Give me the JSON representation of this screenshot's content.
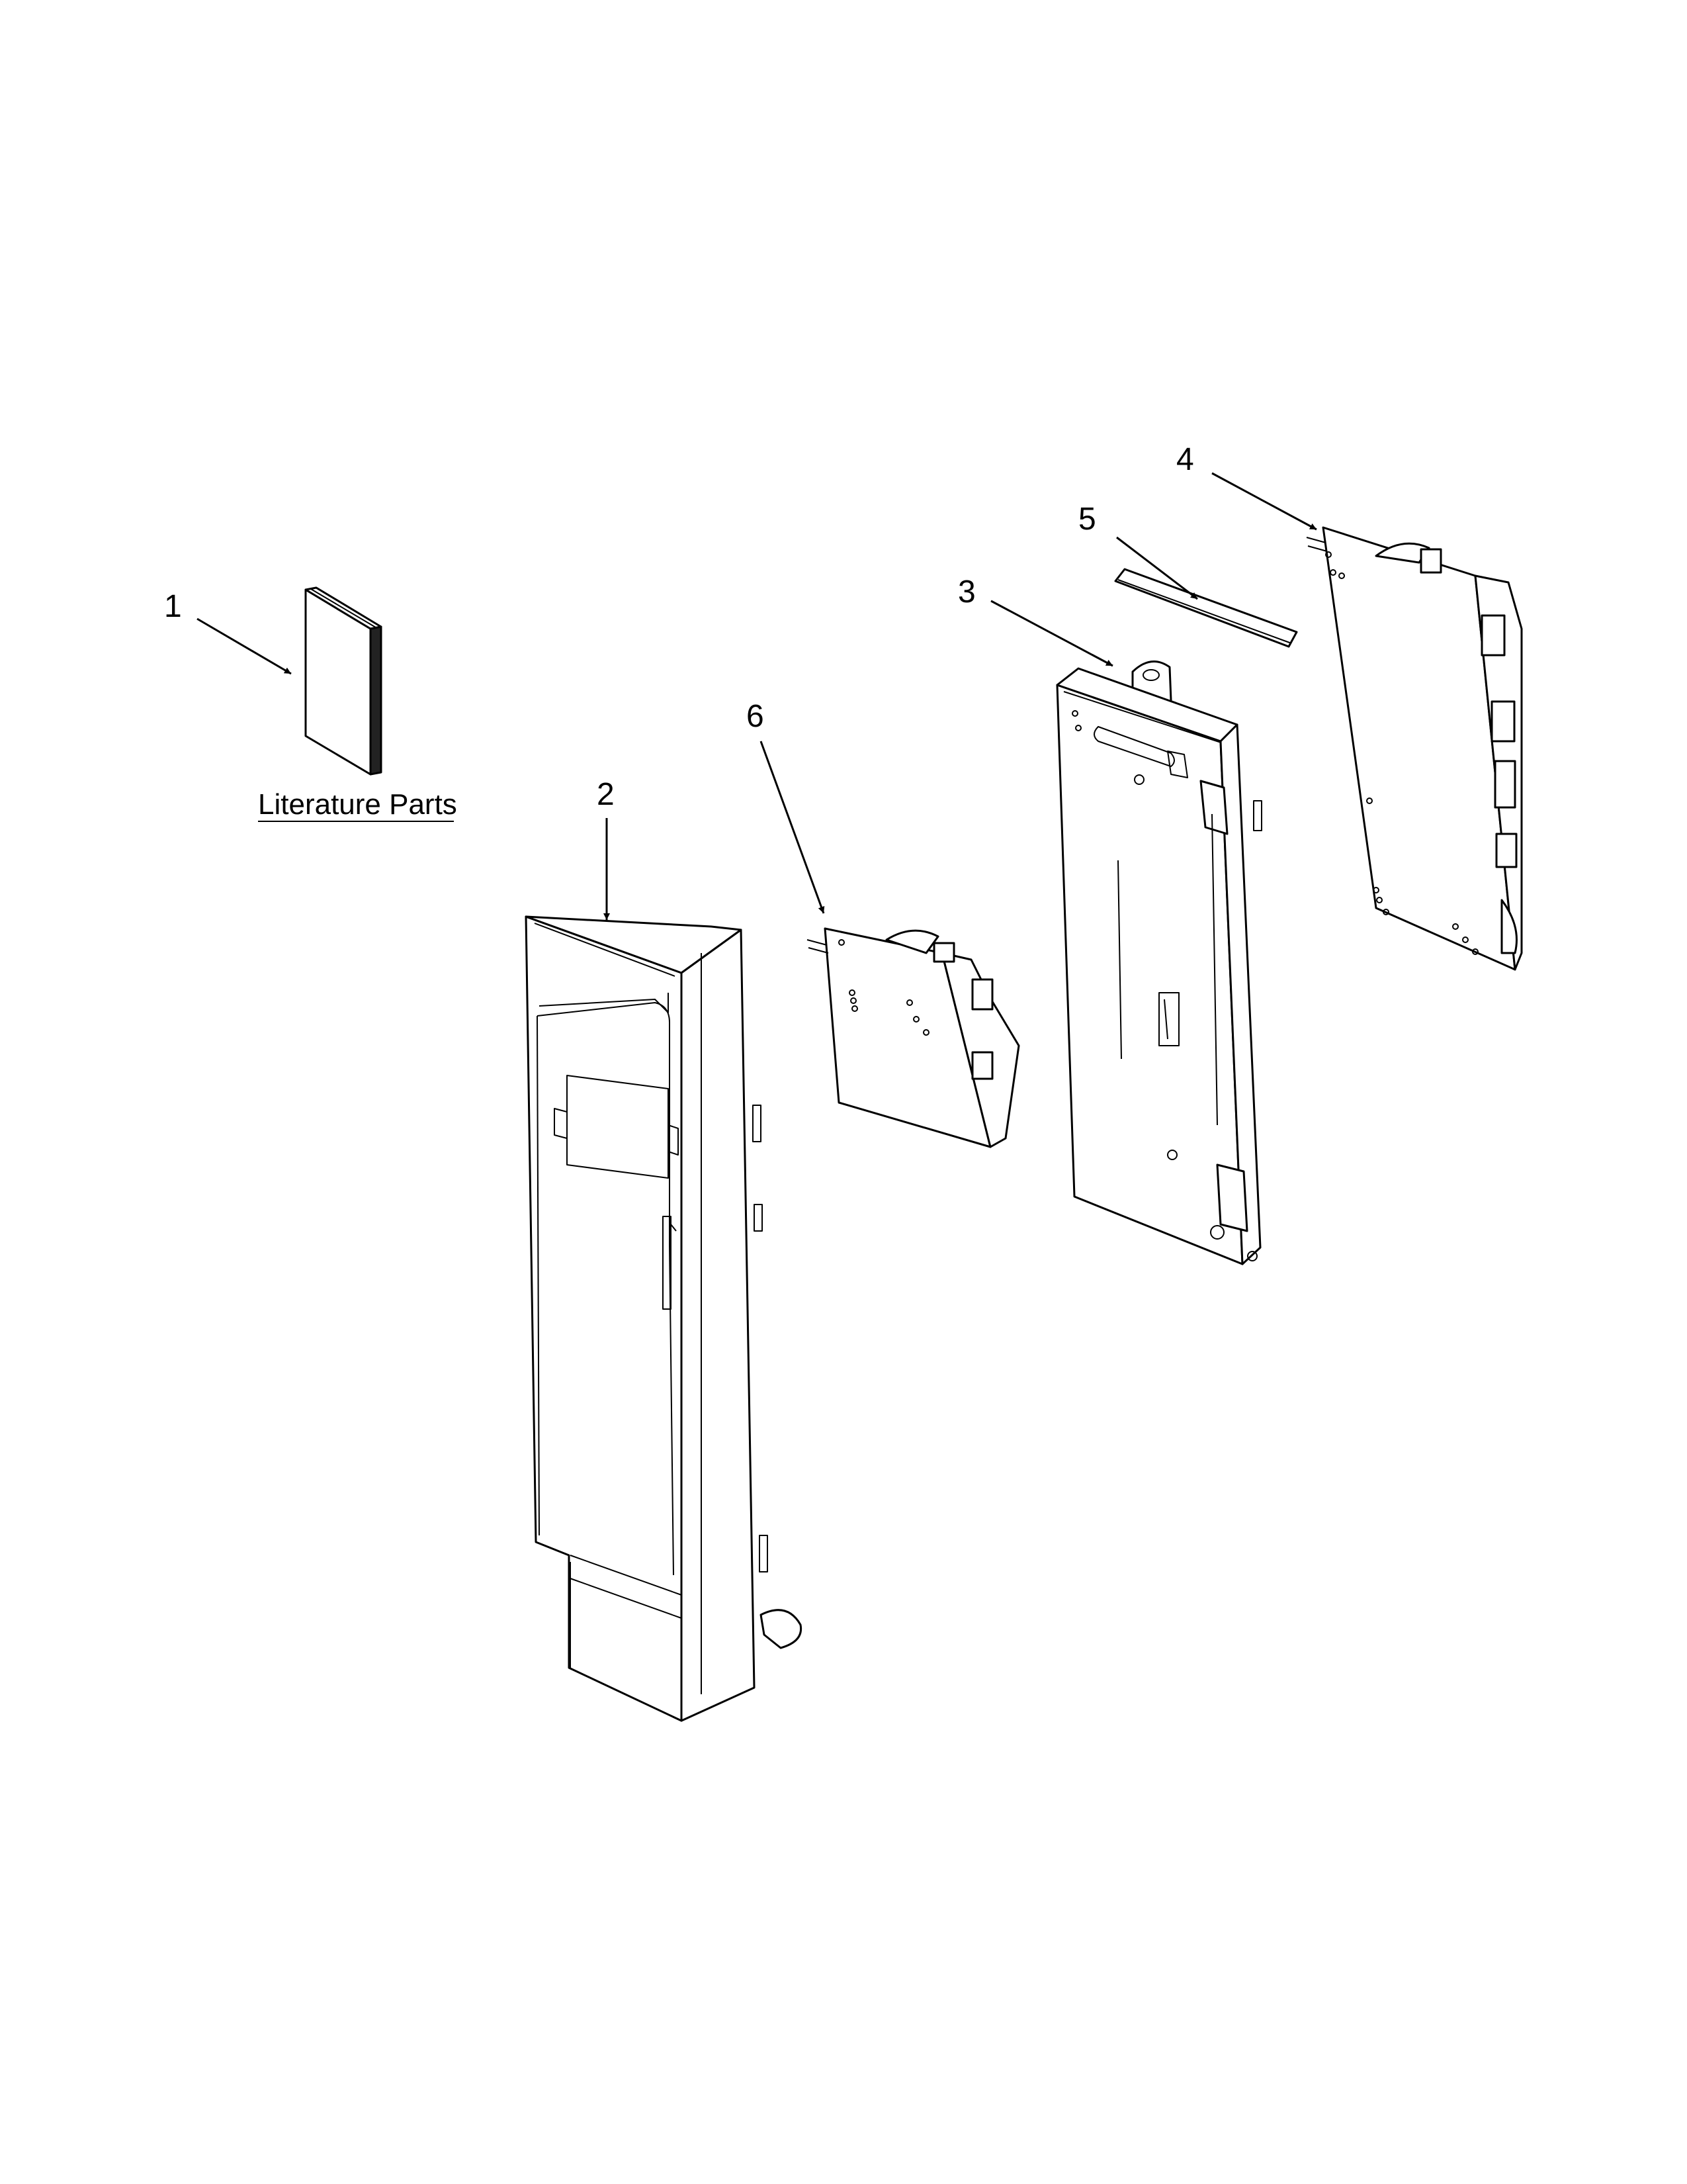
{
  "diagram": {
    "literature_label": "Literature Parts",
    "callouts": [
      "1",
      "2",
      "3",
      "4",
      "5",
      "6"
    ]
  }
}
